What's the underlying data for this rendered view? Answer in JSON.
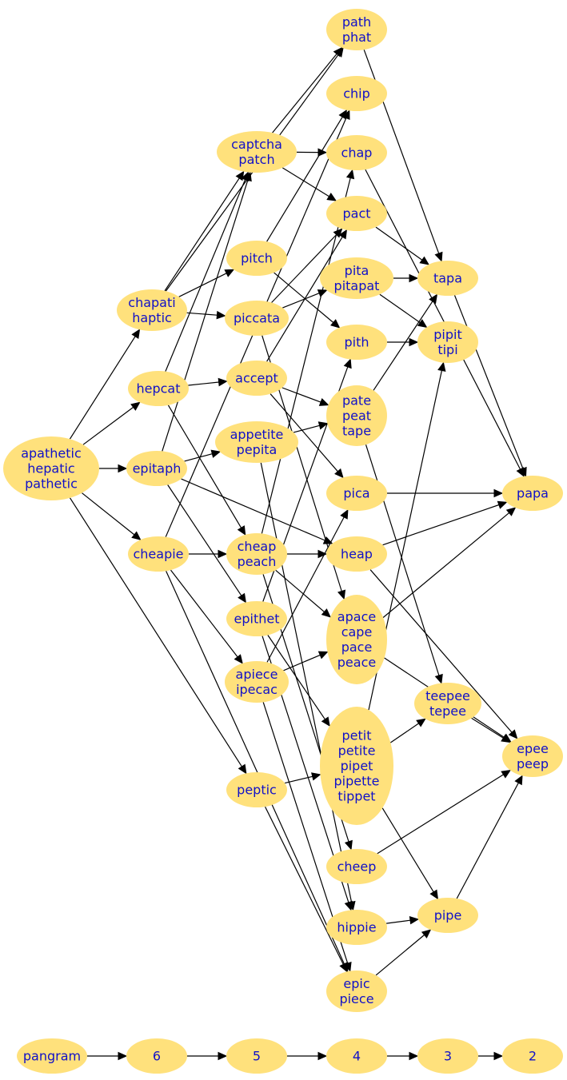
{
  "graph": {
    "node_color": "#ffe17c",
    "label_color": "#1010c8",
    "edge_color": "#000000",
    "nodes": [
      {
        "id": "path",
        "lines": [
          "path",
          "phat"
        ]
      },
      {
        "id": "chip",
        "lines": [
          "chip"
        ]
      },
      {
        "id": "captcha",
        "lines": [
          "captcha",
          "patch"
        ]
      },
      {
        "id": "chap",
        "lines": [
          "chap"
        ]
      },
      {
        "id": "pact",
        "lines": [
          "pact"
        ]
      },
      {
        "id": "pitch",
        "lines": [
          "pitch"
        ]
      },
      {
        "id": "pita",
        "lines": [
          "pita",
          "pitapat"
        ]
      },
      {
        "id": "tapa",
        "lines": [
          "tapa"
        ]
      },
      {
        "id": "chapati",
        "lines": [
          "chapati",
          "haptic"
        ]
      },
      {
        "id": "piccata",
        "lines": [
          "piccata"
        ]
      },
      {
        "id": "pith",
        "lines": [
          "pith"
        ]
      },
      {
        "id": "pipit",
        "lines": [
          "pipit",
          "tipi"
        ]
      },
      {
        "id": "hepcat",
        "lines": [
          "hepcat"
        ]
      },
      {
        "id": "accept",
        "lines": [
          "accept"
        ]
      },
      {
        "id": "pate",
        "lines": [
          "pate",
          "peat",
          "tape"
        ]
      },
      {
        "id": "appetite",
        "lines": [
          "appetite",
          "pepita"
        ]
      },
      {
        "id": "apathetic",
        "lines": [
          "apathetic",
          "hepatic",
          "pathetic"
        ]
      },
      {
        "id": "epitaph",
        "lines": [
          "epitaph"
        ]
      },
      {
        "id": "pica",
        "lines": [
          "pica"
        ]
      },
      {
        "id": "papa",
        "lines": [
          "papa"
        ]
      },
      {
        "id": "cheapie",
        "lines": [
          "cheapie"
        ]
      },
      {
        "id": "cheap",
        "lines": [
          "cheap",
          "peach"
        ]
      },
      {
        "id": "heap",
        "lines": [
          "heap"
        ]
      },
      {
        "id": "epithet",
        "lines": [
          "epithet"
        ]
      },
      {
        "id": "apace",
        "lines": [
          "apace",
          "cape",
          "pace",
          "peace"
        ]
      },
      {
        "id": "apiece",
        "lines": [
          "apiece",
          "ipecac"
        ]
      },
      {
        "id": "teepee",
        "lines": [
          "teepee",
          "tepee"
        ]
      },
      {
        "id": "epee",
        "lines": [
          "epee",
          "peep"
        ]
      },
      {
        "id": "petit",
        "lines": [
          "petit",
          "petite",
          "pipet",
          "pipette",
          "tippet"
        ]
      },
      {
        "id": "peptic",
        "lines": [
          "peptic"
        ]
      },
      {
        "id": "cheep",
        "lines": [
          "cheep"
        ]
      },
      {
        "id": "hippie",
        "lines": [
          "hippie"
        ]
      },
      {
        "id": "pipe",
        "lines": [
          "pipe"
        ]
      },
      {
        "id": "epic",
        "lines": [
          "epic",
          "piece"
        ]
      },
      {
        "id": "pangram",
        "lines": [
          "pangram"
        ]
      },
      {
        "id": "n6",
        "lines": [
          "6"
        ]
      },
      {
        "id": "n5",
        "lines": [
          "5"
        ]
      },
      {
        "id": "n4",
        "lines": [
          "4"
        ]
      },
      {
        "id": "n3",
        "lines": [
          "3"
        ]
      },
      {
        "id": "n2",
        "lines": [
          "2"
        ]
      }
    ],
    "edges": [
      [
        "apathetic",
        "chapati"
      ],
      [
        "apathetic",
        "hepcat"
      ],
      [
        "apathetic",
        "epitaph"
      ],
      [
        "apathetic",
        "cheapie"
      ],
      [
        "apathetic",
        "peptic"
      ],
      [
        "chapati",
        "path"
      ],
      [
        "chapati",
        "captcha"
      ],
      [
        "chapati",
        "pitch"
      ],
      [
        "chapati",
        "piccata"
      ],
      [
        "hepcat",
        "captcha"
      ],
      [
        "hepcat",
        "accept"
      ],
      [
        "hepcat",
        "cheap"
      ],
      [
        "epitaph",
        "captcha"
      ],
      [
        "epitaph",
        "appetite"
      ],
      [
        "epitaph",
        "heap"
      ],
      [
        "epitaph",
        "epithet"
      ],
      [
        "cheapie",
        "chip"
      ],
      [
        "cheapie",
        "cheap"
      ],
      [
        "cheapie",
        "apiece"
      ],
      [
        "cheapie",
        "epic"
      ],
      [
        "captcha",
        "path"
      ],
      [
        "captcha",
        "chap"
      ],
      [
        "captcha",
        "pact"
      ],
      [
        "pitch",
        "chip"
      ],
      [
        "pitch",
        "pith"
      ],
      [
        "piccata",
        "pact"
      ],
      [
        "piccata",
        "pita"
      ],
      [
        "piccata",
        "apace"
      ],
      [
        "accept",
        "pact"
      ],
      [
        "accept",
        "pate"
      ],
      [
        "accept",
        "pica"
      ],
      [
        "appetite",
        "pate"
      ],
      [
        "appetite",
        "hippie"
      ],
      [
        "cheap",
        "chap"
      ],
      [
        "cheap",
        "heap"
      ],
      [
        "cheap",
        "apace"
      ],
      [
        "cheap",
        "cheep"
      ],
      [
        "epithet",
        "pith"
      ],
      [
        "epithet",
        "petit"
      ],
      [
        "epithet",
        "hippie"
      ],
      [
        "apiece",
        "pica"
      ],
      [
        "apiece",
        "apace"
      ],
      [
        "apiece",
        "epic"
      ],
      [
        "peptic",
        "petit"
      ],
      [
        "peptic",
        "epic"
      ],
      [
        "path",
        "tapa"
      ],
      [
        "chap",
        "papa"
      ],
      [
        "pact",
        "tapa"
      ],
      [
        "pita",
        "tapa"
      ],
      [
        "pita",
        "pipit"
      ],
      [
        "pith",
        "pipit"
      ],
      [
        "pate",
        "tapa"
      ],
      [
        "pate",
        "teepee"
      ],
      [
        "pica",
        "papa"
      ],
      [
        "heap",
        "papa"
      ],
      [
        "heap",
        "epee"
      ],
      [
        "apace",
        "papa"
      ],
      [
        "apace",
        "epee"
      ],
      [
        "petit",
        "pipit"
      ],
      [
        "petit",
        "teepee"
      ],
      [
        "petit",
        "pipe"
      ],
      [
        "cheep",
        "epee"
      ],
      [
        "hippie",
        "pipe"
      ],
      [
        "epic",
        "pipe"
      ],
      [
        "tapa",
        "papa"
      ],
      [
        "teepee",
        "epee"
      ],
      [
        "pipe",
        "epee"
      ],
      [
        "pangram",
        "n6"
      ],
      [
        "n6",
        "n5"
      ],
      [
        "n5",
        "n4"
      ],
      [
        "n4",
        "n3"
      ],
      [
        "n3",
        "n2"
      ]
    ]
  }
}
